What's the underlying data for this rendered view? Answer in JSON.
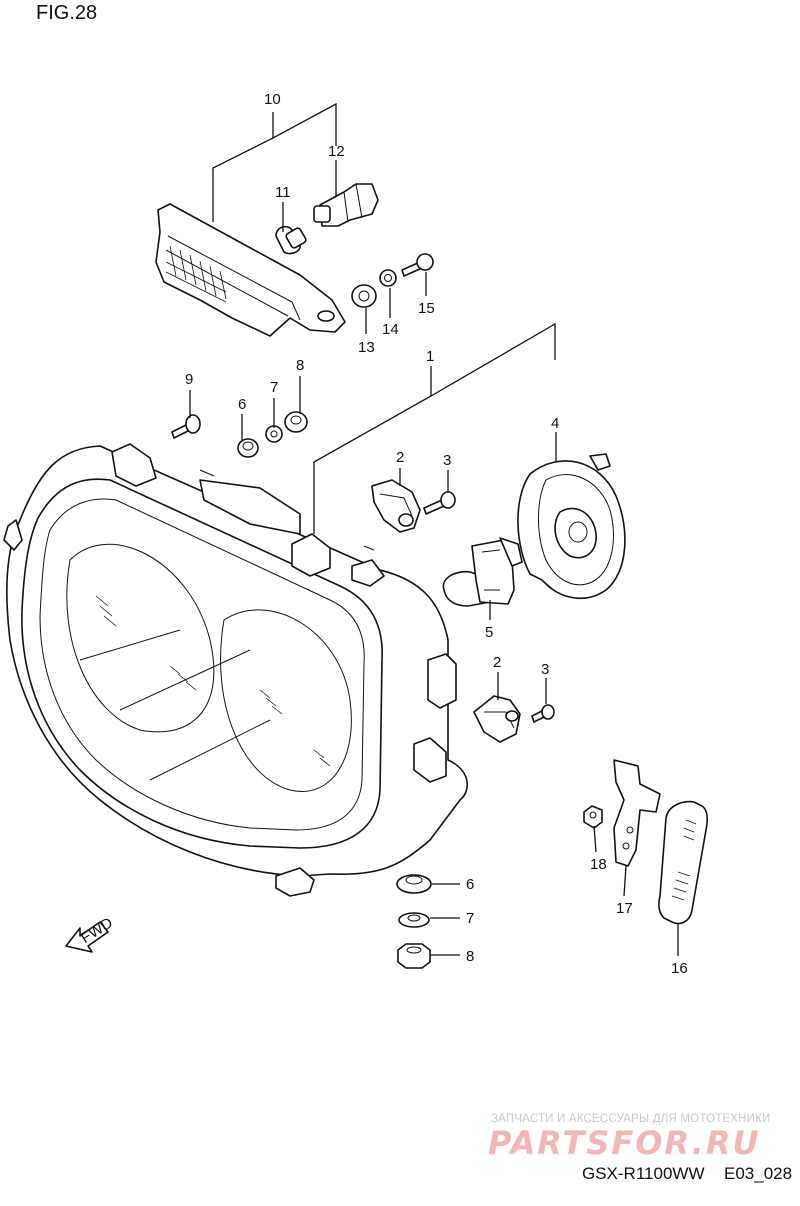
{
  "figure": {
    "title": "FIG.28"
  },
  "callouts": [
    "10",
    "12",
    "11",
    "15",
    "14",
    "13",
    "9",
    "7",
    "8",
    "6",
    "1",
    "2",
    "3",
    "4",
    "5",
    "2",
    "3",
    "18",
    "17",
    "16",
    "6",
    "7",
    "8"
  ],
  "arrow": {
    "label": "FWD"
  },
  "watermark": {
    "line1": "ЗАПЧАСТИ И АКСЕССУАРЫ ДЛЯ МОТОТЕХНИКИ",
    "logo": "PARTSFOR.RU"
  },
  "footer": {
    "model": "GSX-R1100WW",
    "code": "E03_028"
  }
}
